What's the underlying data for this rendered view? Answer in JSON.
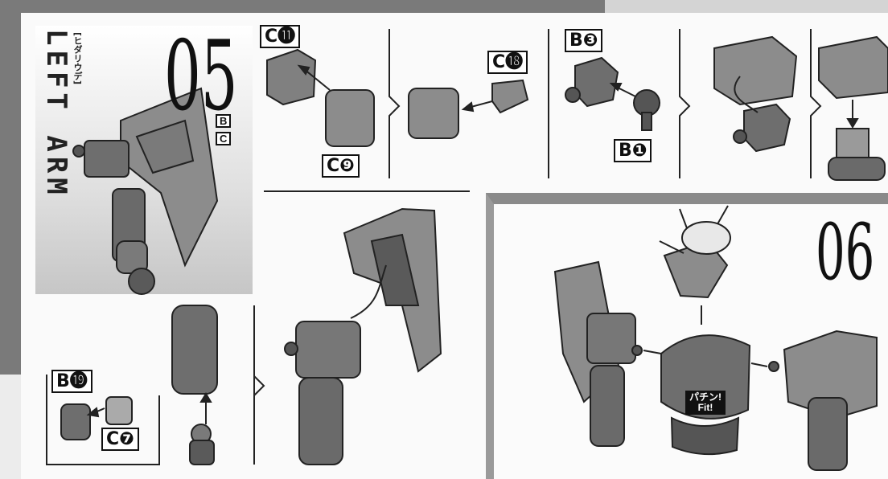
{
  "step05": {
    "number": "05",
    "part_name": "LEFT ARM",
    "part_name_jp": "[ヒダリウデ]",
    "runners": [
      "B",
      "C"
    ]
  },
  "step06": {
    "number": "06"
  },
  "labels": {
    "c11": "C⓫",
    "c9": "C❾",
    "c18": "C⓲",
    "b3": "B❸",
    "b1": "B❶",
    "b19": "B⓳",
    "c7": "C❼"
  },
  "fit_callout": {
    "jp": "パチン!",
    "en": "Fit!"
  },
  "colors": {
    "dark_bar": "#7a7a7a",
    "part_gray": "#8c8c8c",
    "part_dark": "#5a5a5a"
  }
}
